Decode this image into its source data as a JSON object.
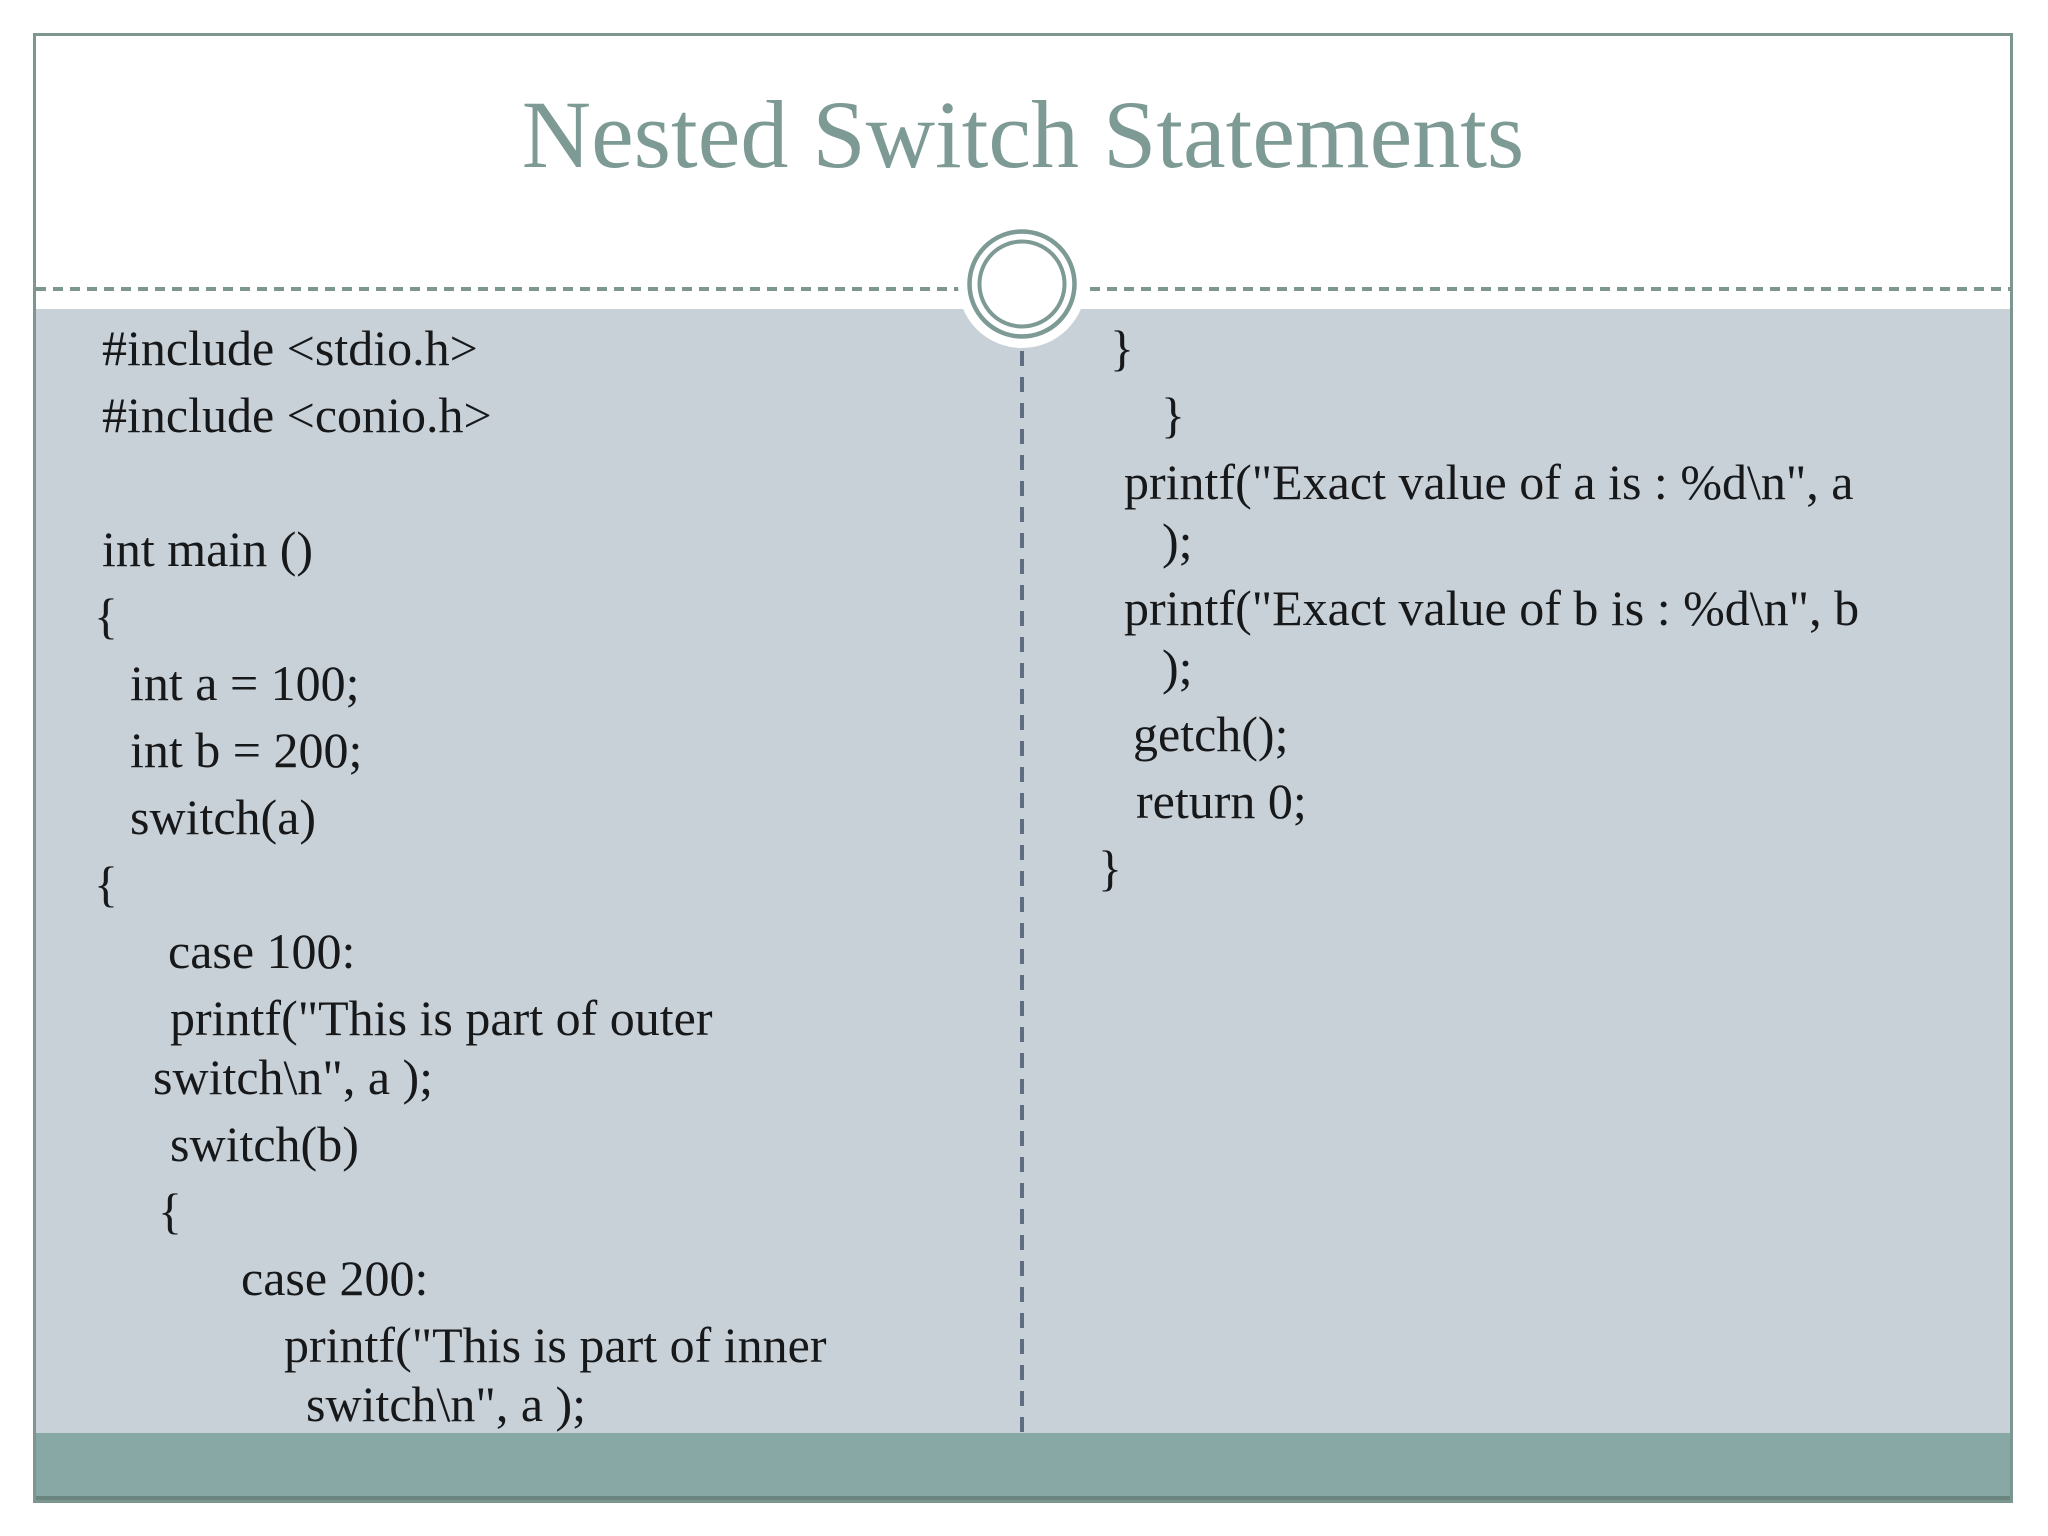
{
  "slide": {
    "title": "Nested Switch Statements"
  },
  "code": {
    "left": [
      {
        "t": "#include <stdio.h>",
        "in": 8
      },
      {
        "t": "#include <conio.h>",
        "in": 8
      },
      {
        "t": "",
        "in": 0,
        "blank": true
      },
      {
        "t": "int main ()",
        "in": 8
      },
      {
        "t": "{",
        "in": 0
      },
      {
        "t": "int a = 100;",
        "in": 36
      },
      {
        "t": "int b = 200;",
        "in": 36
      },
      {
        "t": "switch(a)",
        "in": 36
      },
      {
        "t": "{",
        "in": 0
      },
      {
        "t": "case 100:",
        "in": 74
      },
      {
        "t": "printf(\"This is part of outer",
        "in": 76
      },
      {
        "t": "switch\\n\", a );",
        "in": 59,
        "wrap": true
      },
      {
        "t": "switch(b)",
        "in": 76
      },
      {
        "t": "{",
        "in": 64
      },
      {
        "t": "case 200:",
        "in": 147
      },
      {
        "t": "printf(\"This is part of inner",
        "in": 190
      },
      {
        "t": "switch\\n\", a );",
        "in": 212,
        "wrap": true
      }
    ],
    "right": [
      {
        "t": "}",
        "in": 16
      },
      {
        "t": "}",
        "in": 67
      },
      {
        "t": "printf(\"Exact value of a is : %d\\n\", a",
        "in": 30
      },
      {
        "t": ");",
        "in": 68,
        "wrap": true
      },
      {
        "t": "printf(\"Exact value of b is : %d\\n\", b",
        "in": 30
      },
      {
        "t": ");",
        "in": 68,
        "wrap": true
      },
      {
        "t": "getch();",
        "in": 39
      },
      {
        "t": "return 0;",
        "in": 42
      },
      {
        "t": "}",
        "in": 4
      }
    ]
  },
  "colors": {
    "title_accent": "#7d9a95",
    "slide_border": "#7d968f",
    "content_background": "#c8d1d8",
    "footer_bar": "#87a8a4",
    "footer_bar_edge": "#6a8480",
    "column_divider": "#5e6d80",
    "code_text": "#17181a"
  },
  "icons": {
    "ornament": "double-ring-circle"
  }
}
